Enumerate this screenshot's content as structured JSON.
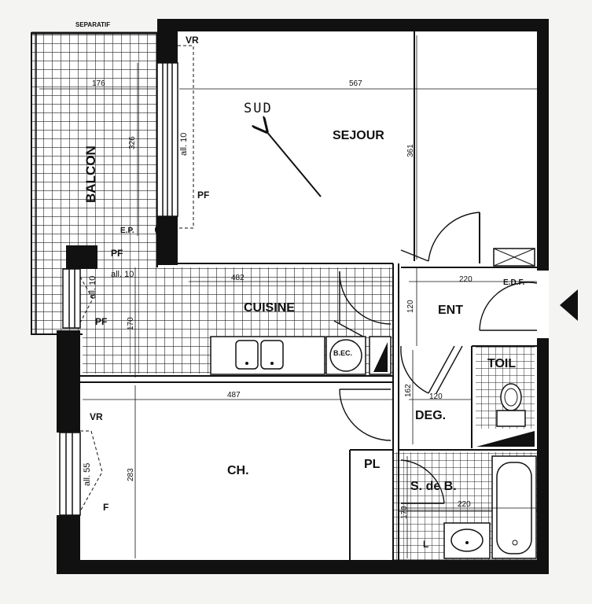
{
  "rooms": {
    "sejour": "SEJOUR",
    "balcon": "BALCON",
    "cuisine": "CUISINE",
    "entree": "ENT",
    "toilette": "TOIL",
    "degagement": "DEG.",
    "chambre": "CH.",
    "placard": "PL",
    "salle_de_bain": "S. de B."
  },
  "dimensions": {
    "balcon_width": "176",
    "balcon_length": "326",
    "sejour_width": "567",
    "sejour_depth": "361",
    "cuisine_width": "482",
    "cuisine_depth": "170",
    "entree_width": "220",
    "entree_depth": "120",
    "chambre_width": "487",
    "chambre_depth": "283",
    "degagement_depth": "162",
    "degagement_width": "120",
    "sdb_width": "220",
    "sdb_depth": "170"
  },
  "annotations": {
    "separatif": "SEPARATIF",
    "vr_sejour": "VR",
    "vr_chambre": "VR",
    "all_sejour": "all. 10",
    "all_cuisine": "all. 10",
    "all_cuisine_side": "all. 10",
    "all_chambre": "all. 55",
    "pf_sejour": "PF",
    "pf_balcon": "PF",
    "pf_cuisine": "PF",
    "f_chambre": "F",
    "ep": "E.P.",
    "edf": "E.D.F.",
    "bec": "B.EC.",
    "l": "L",
    "orientation": "SUD"
  }
}
